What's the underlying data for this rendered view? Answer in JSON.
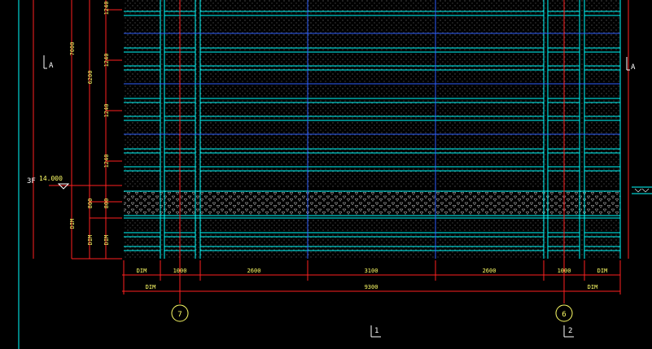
{
  "drawing": {
    "elevation": {
      "floor": "3F",
      "level": "14.000"
    },
    "section_marks": {
      "left": "A",
      "right": "A",
      "bottom_1": "1",
      "bottom_2": "2"
    },
    "axes": {
      "left": "7",
      "right": "6"
    },
    "dims_left": {
      "total": "7000",
      "mid": "6200",
      "upper": [
        "1240",
        "1240",
        "1240",
        "1240"
      ],
      "slab": "800",
      "lower_a": "DIM",
      "lower_b": "DIM"
    },
    "dims_bottom_row1": [
      "DIM",
      "1000",
      "2600",
      "3100",
      "2600",
      "1000",
      "DIM"
    ],
    "dims_bottom_row2": {
      "left": "DIM",
      "center": "9300",
      "right": "DIM"
    }
  },
  "colors": {
    "frame": "#00ffff",
    "axis_red": "#ff2020",
    "grid_blue": "#3060ff",
    "text": "#ffff66",
    "hatch": "#c8c8c8"
  }
}
